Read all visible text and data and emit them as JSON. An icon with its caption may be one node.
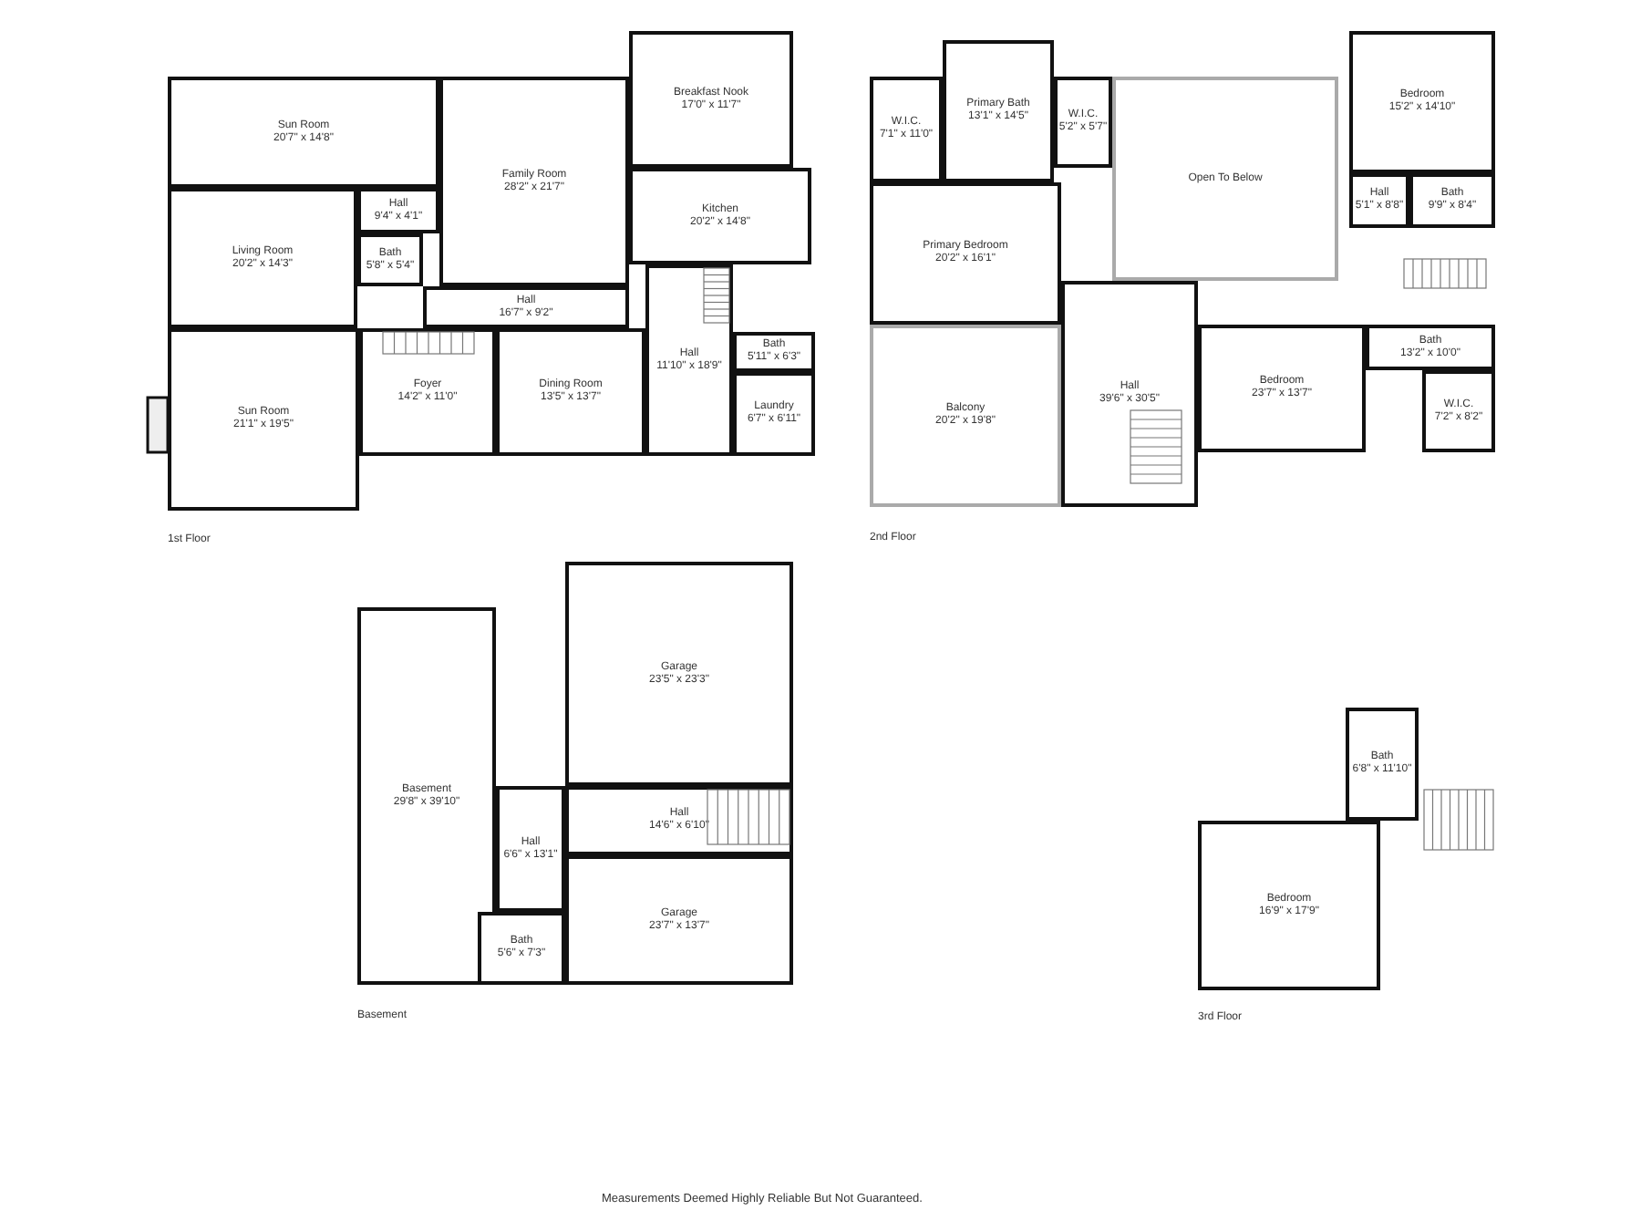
{
  "diagram": {
    "nodes": [
      {
        "text": [
          "Sun Room",
          "20'7\" x 14'8\""
        ]
      },
      {
        "text": [
          "Family Room",
          "28'2\" x 21'7\""
        ]
      },
      {
        "text": [
          "Breakfast Nook",
          "17'0\" x 11'7\""
        ]
      },
      {
        "text": [
          "Kitchen",
          "20'2\" x 14'8\""
        ]
      },
      {
        "text": [
          "Living Room",
          "20'2\" x 14'3\""
        ]
      },
      {
        "text": [
          "Hall",
          "9'4\" x 4'1\""
        ]
      },
      {
        "text": [
          "Bath",
          "5'8\" x 5'4\""
        ]
      },
      {
        "text": [
          "Hall",
          "16'7\" x 9'2\""
        ]
      },
      {
        "text": [
          "Sun Room",
          "21'1\" x 19'5\""
        ]
      },
      {
        "text": [
          "Foyer",
          "14'2\" x 11'0\""
        ]
      },
      {
        "text": [
          "Dining Room",
          "13'5\" x 13'7\""
        ]
      },
      {
        "text": [
          "Hall",
          "11'10\" x 18'9\""
        ]
      },
      {
        "text": [
          "Bath",
          "5'11\" x 6'3\""
        ]
      },
      {
        "text": [
          "Laundry",
          "6'7\" x 6'11\""
        ]
      },
      {
        "text": [
          "W.I.C.",
          "7'1\" x 11'0\""
        ]
      },
      {
        "text": [
          "Primary Bath",
          "13'1\" x 14'5\""
        ]
      },
      {
        "text": [
          "W.I.C.",
          "5'2\" x 5'7\""
        ]
      },
      {
        "text": [
          "Open To Below"
        ]
      },
      {
        "text": [
          "Bedroom",
          "15'2\" x 14'10\""
        ]
      },
      {
        "text": [
          "Hall",
          "5'1\" x 8'8\""
        ]
      },
      {
        "text": [
          "Bath",
          "9'9\" x 8'4\""
        ]
      },
      {
        "text": [
          "Primary Bedroom",
          "20'2\" x 16'1\""
        ]
      },
      {
        "text": [
          "Hall",
          "39'6\" x 30'5\""
        ]
      },
      {
        "text": [
          "Balcony",
          "20'2\" x 19'8\""
        ]
      },
      {
        "text": [
          "Bedroom",
          "23'7\" x 13'7\""
        ]
      },
      {
        "text": [
          "Bath",
          "13'2\" x 10'0\""
        ]
      },
      {
        "text": [
          "W.I.C.",
          "7'2\" x 8'2\""
        ]
      },
      {
        "text": [
          "Garage",
          "23'5\" x 23'3\""
        ]
      },
      {
        "text": [
          "Basement",
          "29'8\" x 39'10\""
        ]
      },
      {
        "text": [
          "Hall",
          "14'6\" x 6'10\""
        ]
      },
      {
        "text": [
          "Hall",
          "6'6\" x 13'1\""
        ]
      },
      {
        "text": [
          "Garage",
          "23'7\" x 13'7\""
        ]
      },
      {
        "text": [
          "Bath",
          "5'6\" x 7'3\""
        ]
      },
      {
        "text": [
          "Bath",
          "6'8\" x 11'10\""
        ]
      },
      {
        "text": [
          "Bedroom",
          "16'9\" x 17'9\""
        ]
      }
    ],
    "labels": [
      "1st Floor",
      "2nd Floor",
      "Basement",
      "3rd Floor",
      "Measurements Deemed Highly Reliable But Not Guaranteed."
    ]
  }
}
